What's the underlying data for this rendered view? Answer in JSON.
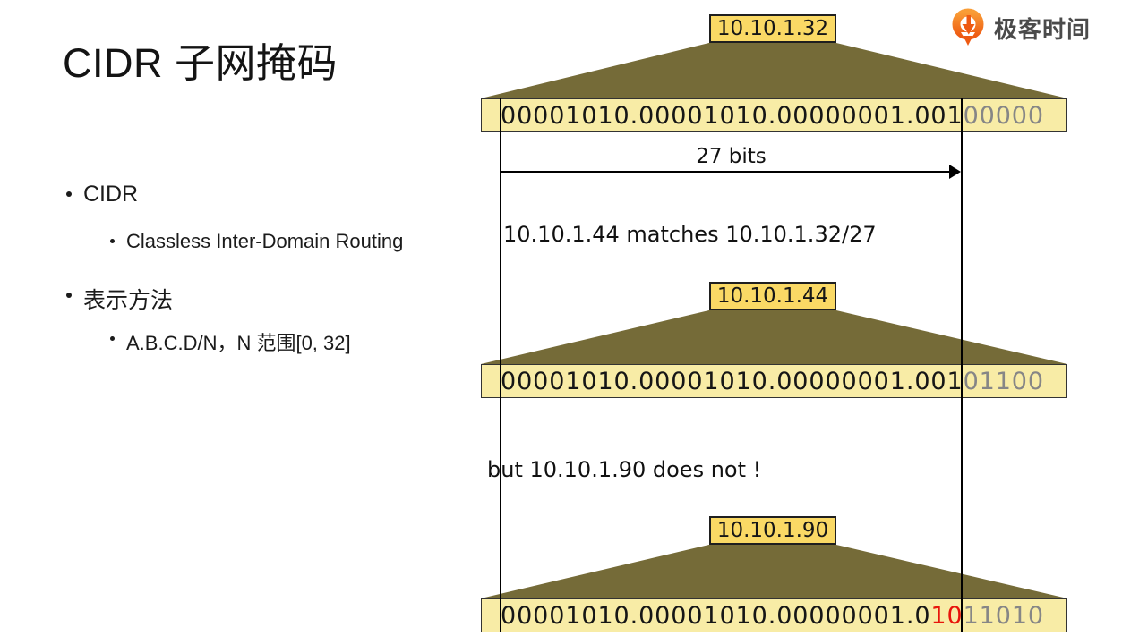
{
  "slide": {
    "title": "CIDR 子网掩码",
    "logo": {
      "text": "极客时间"
    },
    "bullets": {
      "item1": "CIDR",
      "item1_sub": "Classless Inter-Domain Routing",
      "item2": "表示方法",
      "item2_sub": "A.B.C.D/N，N 范围[0, 32]"
    },
    "diagram": {
      "prefix_arrow_label": "27 bits",
      "match_text": "10.10.1.44 matches 10.10.1.32/27",
      "mismatch_text": "but 10.10.1.90 does not !",
      "blocks": [
        {
          "ip": "10.10.1.32",
          "prefix_bits": "00001010.00001010.00000001.001",
          "diff_bits": "",
          "host_bits": "00000"
        },
        {
          "ip": "10.10.1.44",
          "prefix_bits": "00001010.00001010.00000001.001",
          "diff_bits": "",
          "host_bits": "01100"
        },
        {
          "ip": "10.10.1.90",
          "prefix_bits": "00001010.00001010.00000001.0",
          "diff_bits": "10",
          "host_bits": "11010"
        }
      ]
    },
    "colors": {
      "trapezoid": "#756b38",
      "bits_box_fill": "#f8eca6",
      "label_fill": "#fad965",
      "host_bits_gray": "#868686",
      "diff_bits_red": "#e8150b",
      "logo_orange": "#ee5a12"
    }
  }
}
